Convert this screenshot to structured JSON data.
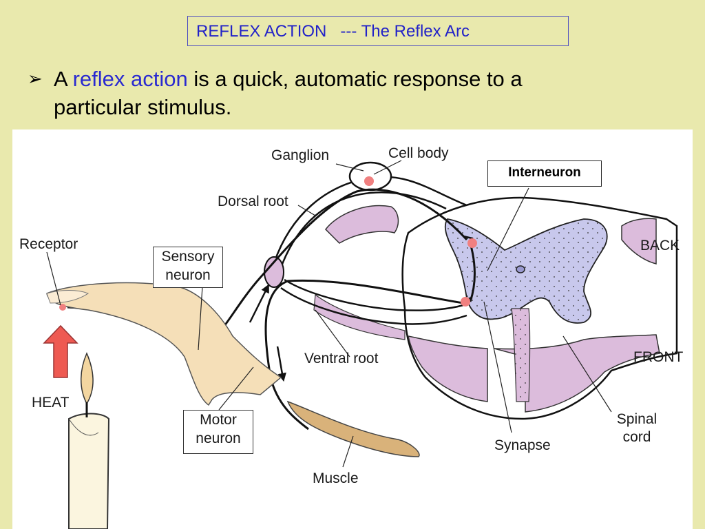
{
  "slide": {
    "title": "REFLEX ACTION   --- The Reflex Arc",
    "bullet_marker": "➢",
    "bullet_prefix": "A ",
    "bullet_highlight": "reflex action",
    "bullet_rest": " is a quick, automatic response to a particular stimulus."
  },
  "diagram": {
    "labels": {
      "ganglion": "Ganglion",
      "cell_body": "Cell body",
      "interneuron": "Interneuron",
      "dorsal_root": "Dorsal root",
      "receptor": "Receptor",
      "sensory_line1": "Sensory",
      "sensory_line2": "neuron",
      "back": "BACK",
      "front": "FRONT",
      "ventral_root": "Ventral root",
      "heat": "HEAT",
      "motor_line1": "Motor",
      "motor_line2": "neuron",
      "spinal_line1": "Spinal",
      "spinal_line2": "cord",
      "synapse": "Synapse",
      "muscle": "Muscle"
    },
    "colors": {
      "background": "#e9e9ad",
      "title_text": "#2323c8",
      "highlight_text": "#2a2ad0",
      "grey_matter": "#c8c8ec",
      "white_matter_pink": "#dcbcdc",
      "finger": "#f5dfb8",
      "heat_arrow": "#ee5a52",
      "receptor_dot": "#f08080"
    }
  }
}
